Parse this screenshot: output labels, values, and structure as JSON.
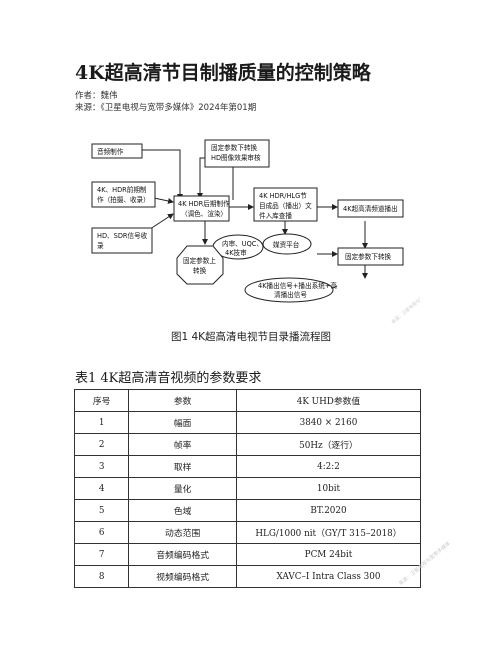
{
  "header": {
    "title": "4K超高清节目制播质量的控制策略",
    "author": "作者：魏伟",
    "source": "来源：《卫星电视与宽带多媒体》2024年第01期"
  },
  "figure": {
    "nodes": {
      "audio": "音频制作",
      "fixed_top_1": "固定参数下转换",
      "fixed_top_2": "HD图像效果审核",
      "pre_1": "4K、HDR前期制",
      "pre_2": "作（拍摄、收录）",
      "post_1": "4K HDR后期制作",
      "post_2": "（调色、渲染）",
      "finished_1": "4K HDR/HLG节",
      "finished_2": "目成品（播出）文",
      "finished_3": "件入库查播",
      "broadcast": "4K超高清频道播出",
      "sdr_1": "HD、SDR信号收",
      "sdr_2": "录",
      "review_1": "内审、UQC、",
      "review_2": "4K技审",
      "media": "媒资平台",
      "fixed_up_1": "固定参数上",
      "fixed_up_2": "转换",
      "fixed_down": "固定参数下转换",
      "signal_1": "4K播出信号+播出系统+高",
      "signal_2": "清播出信号"
    },
    "caption": "图1 4K超高清电视节目录播流程图",
    "watermark": "来源：卫星电视与宽带多媒体"
  },
  "table": {
    "title": "表1 4K超高清音视频的参数要求",
    "headers": [
      "序号",
      "参数",
      "4K UHD参数值"
    ],
    "rows": [
      [
        "1",
        "幅面",
        "3840 × 2160"
      ],
      [
        "2",
        "帧率",
        "50Hz（逐行）"
      ],
      [
        "3",
        "取样",
        "4:2:2"
      ],
      [
        "4",
        "量化",
        "10bit"
      ],
      [
        "5",
        "色域",
        "BT.2020"
      ],
      [
        "6",
        "动态范围",
        "HLG/1000  nit（GY/T 315–2018）"
      ],
      [
        "7",
        "音频编码格式",
        "PCM 24bit"
      ],
      [
        "8",
        "视频编码格式",
        "XAVC–I Intra Class 300"
      ]
    ],
    "watermark": "来源：卫星电视与宽带多媒体"
  }
}
